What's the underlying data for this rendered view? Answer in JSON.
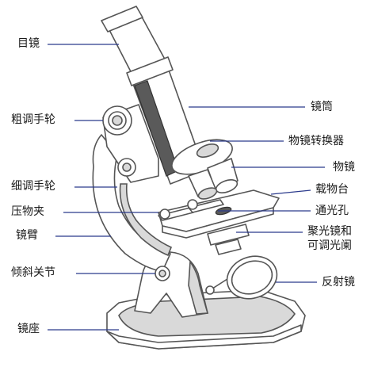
{
  "labels_left": {
    "eyepiece": "目镜",
    "coarse_focus": "粗调手轮",
    "fine_focus": "细调手轮",
    "stage_clips": "压物夹",
    "arm": "镜臂",
    "inclination_joint": "倾斜关节",
    "base": "镜座"
  },
  "labels_right": {
    "tube": "镜筒",
    "nosepiece": "物镜转换器",
    "objective": "物镜",
    "stage": "载物台",
    "aperture": "通光孔",
    "condenser_line1": "聚光镜和",
    "condenser_line2": "可调光阑",
    "mirror": "反射镜"
  },
  "colors": {
    "leader_line": "#2b3a8c",
    "outline": "#555555",
    "shade_light": "#d9d9d9",
    "shade_dark": "#5a5a5a"
  }
}
